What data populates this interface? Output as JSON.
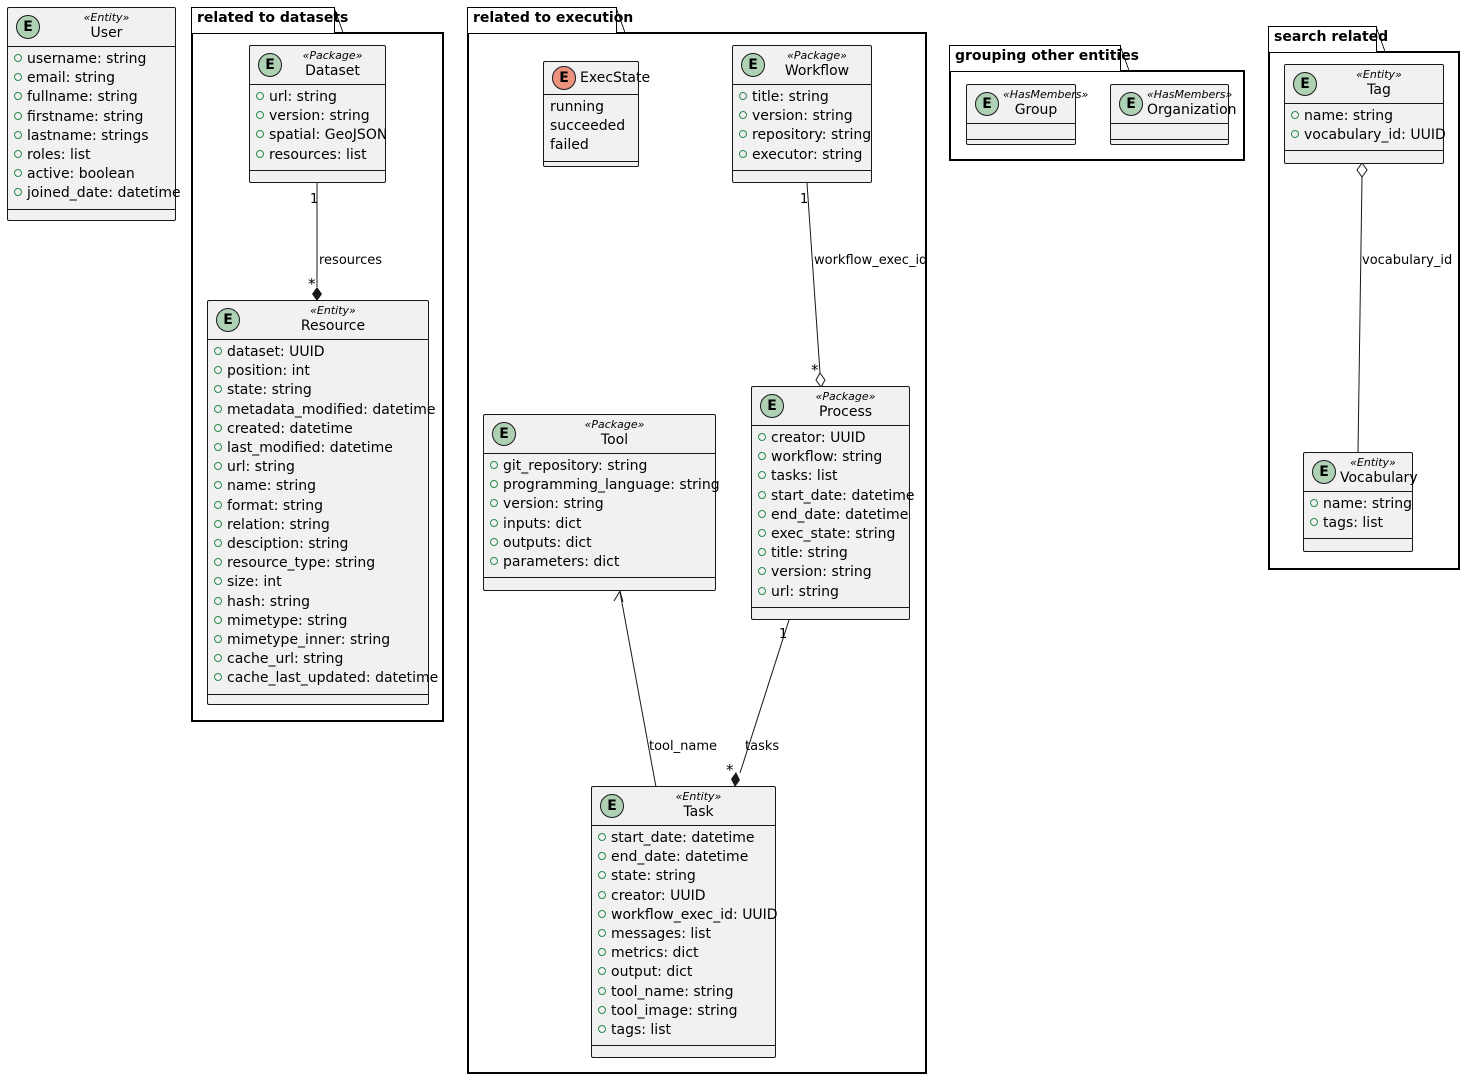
{
  "packages": {
    "datasets": "related to datasets",
    "execution": "related to execution",
    "grouping": "grouping other entities",
    "search": "search related"
  },
  "classes": {
    "user": {
      "stereotype": "«Entity»",
      "name": "User",
      "fields": [
        "username: string",
        "email: string",
        "fullname: string",
        "firstname: string",
        "lastname: strings",
        "roles: list",
        "active: boolean",
        "joined_date: datetime"
      ]
    },
    "dataset": {
      "stereotype": "«Package»",
      "name": "Dataset",
      "fields": [
        "url: string",
        "version: string",
        "spatial: GeoJSON",
        "resources: list"
      ]
    },
    "resource": {
      "stereotype": "«Entity»",
      "name": "Resource",
      "fields": [
        "dataset: UUID",
        "position: int",
        "state: string",
        "metadata_modified: datetime",
        "created: datetime",
        "last_modified: datetime",
        "url: string",
        "name: string",
        "format: string",
        "relation: string",
        "desciption: string",
        "resource_type: string",
        "size: int",
        "hash: string",
        "mimetype: string",
        "mimetype_inner: string",
        "cache_url: string",
        "cache_last_updated: datetime"
      ]
    },
    "execstate": {
      "name": "ExecState",
      "values": [
        "running",
        "succeeded",
        "failed"
      ]
    },
    "workflow": {
      "stereotype": "«Package»",
      "name": "Workflow",
      "fields": [
        "title: string",
        "version: string",
        "repository: string",
        "executor: string"
      ]
    },
    "tool": {
      "stereotype": "«Package»",
      "name": "Tool",
      "fields": [
        "git_repository: string",
        "programming_language: string",
        "version: string",
        "inputs: dict",
        "outputs: dict",
        "parameters: dict"
      ]
    },
    "process": {
      "stereotype": "«Package»",
      "name": "Process",
      "fields": [
        "creator: UUID",
        "workflow: string",
        "tasks: list",
        "start_date: datetime",
        "end_date: datetime",
        "exec_state: string",
        "title: string",
        "version: string",
        "url: string"
      ]
    },
    "task": {
      "stereotype": "«Entity»",
      "name": "Task",
      "fields": [
        "start_date: datetime",
        "end_date: datetime",
        "state: string",
        "creator: UUID",
        "workflow_exec_id: UUID",
        "messages: list",
        "metrics: dict",
        "output: dict",
        "tool_name: string",
        "tool_image: string",
        "tags: list"
      ]
    },
    "group": {
      "stereotype": "«HasMembers»",
      "name": "Group",
      "fields": []
    },
    "organization": {
      "stereotype": "«HasMembers»",
      "name": "Organization",
      "fields": []
    },
    "tag": {
      "stereotype": "«Entity»",
      "name": "Tag",
      "fields": [
        "name: string",
        "vocabulary_id: UUID"
      ]
    },
    "vocabulary": {
      "stereotype": "«Entity»",
      "name": "Vocabulary",
      "fields": [
        "name: string",
        "tags: list"
      ]
    }
  },
  "relations": {
    "dataset_resource": {
      "label": "resources",
      "from_mult": "1",
      "to_mult": "*"
    },
    "workflow_process": {
      "label": "workflow_exec_id",
      "from_mult": "1",
      "to_mult": "*"
    },
    "process_task": {
      "label": "tasks",
      "from_mult": "1",
      "to_mult": "*"
    },
    "task_tool": {
      "label": "tool_name"
    },
    "tag_vocabulary": {
      "label": "vocabulary_id"
    }
  },
  "badge_letter": "E",
  "colors": {
    "entity_badge": "#add1b2",
    "enum_badge": "#eb937f",
    "box_fill": "#f1f1f1"
  }
}
